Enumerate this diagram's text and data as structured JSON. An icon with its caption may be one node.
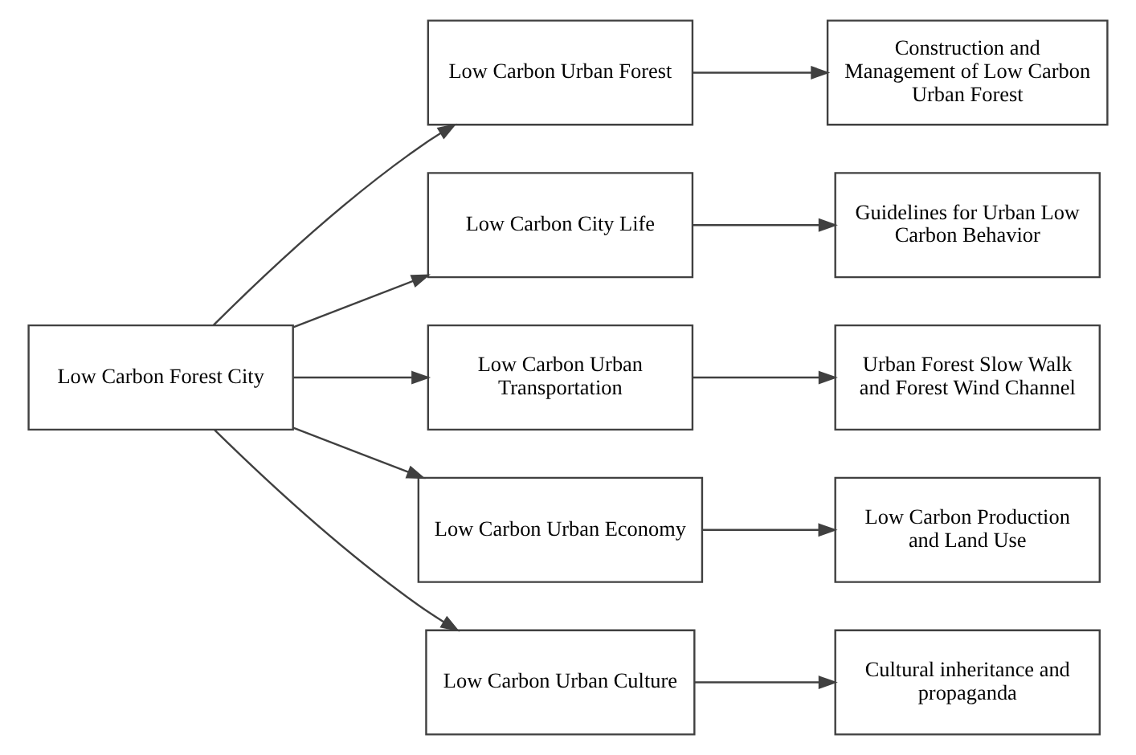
{
  "diagram": {
    "nodes": [
      {
        "text": [
          "Low Carbon Forest City"
        ]
      },
      {
        "text": [
          "Low Carbon Urban Forest"
        ]
      },
      {
        "text": [
          "Low Carbon City Life"
        ]
      },
      {
        "text": [
          "Low Carbon Urban Transportation"
        ]
      },
      {
        "text": [
          "Low Carbon Urban Economy"
        ]
      },
      {
        "text": [
          "Low Carbon Urban Culture"
        ]
      },
      {
        "text": [
          "Construction and Management of Low Carbon Urban Forest"
        ]
      },
      {
        "text": [
          "Guidelines for Urban Low Carbon Behavior"
        ]
      },
      {
        "text": [
          "Urban Forest Slow Walk and Forest Wind Channel"
        ]
      },
      {
        "text": [
          "Low Carbon Production and Land Use"
        ]
      },
      {
        "text": [
          "Cultural inheritance and propaganda"
        ]
      }
    ],
    "edges": [
      {
        "from": 0,
        "to": 1,
        "arrow": "to"
      },
      {
        "from": 0,
        "to": 2,
        "arrow": "to"
      },
      {
        "from": 0,
        "to": 3,
        "arrow": "to"
      },
      {
        "from": 0,
        "to": 4,
        "arrow": "to"
      },
      {
        "from": 0,
        "to": 5,
        "arrow": "to"
      },
      {
        "from": 1,
        "to": 6,
        "arrow": "to"
      },
      {
        "from": 2,
        "to": 7,
        "arrow": "to"
      },
      {
        "from": 3,
        "to": 8,
        "arrow": "to"
      },
      {
        "from": 4,
        "to": 9,
        "arrow": "to"
      },
      {
        "from": 5,
        "to": 10,
        "arrow": "to"
      }
    ]
  }
}
